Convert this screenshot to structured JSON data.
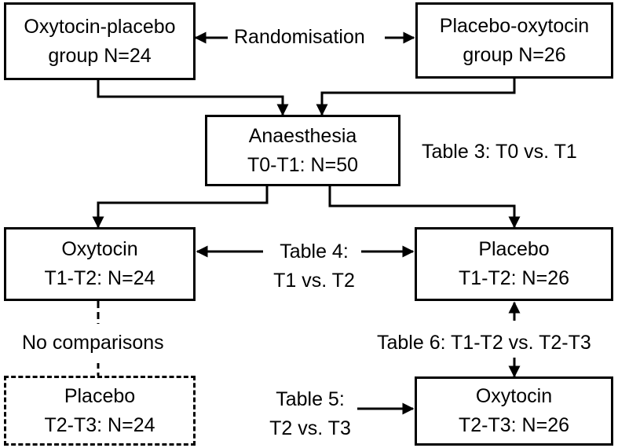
{
  "boxes": {
    "oxytocin_placebo": {
      "line1": "Oxytocin-placebo",
      "line2": "group N=24"
    },
    "placebo_oxytocin": {
      "line1": "Placebo-oxytocin",
      "line2": "group N=26"
    },
    "anaesthesia": {
      "line1": "Anaesthesia",
      "line2": "T0-T1: N=50"
    },
    "oxytocin_t1t2": {
      "line1": "Oxytocin",
      "line2": "T1-T2: N=24"
    },
    "placebo_t1t2": {
      "line1": "Placebo",
      "line2": "T1-T2: N=26"
    },
    "placebo_t2t3": {
      "line1": "Placebo",
      "line2": "T2-T3: N=24"
    },
    "oxytocin_t2t3": {
      "line1": "Oxytocin",
      "line2": "T2-T3: N=26"
    }
  },
  "labels": {
    "randomisation": "Randomisation",
    "table3": "Table 3: T0 vs. T1",
    "table4_line1": "Table 4:",
    "table4_line2": "T1 vs. T2",
    "no_comparisons": "No comparisons",
    "table6": "Table 6: T1-T2 vs. T2-T3",
    "table5_line1": "Table 5:",
    "table5_line2": "T2 vs. T3"
  }
}
